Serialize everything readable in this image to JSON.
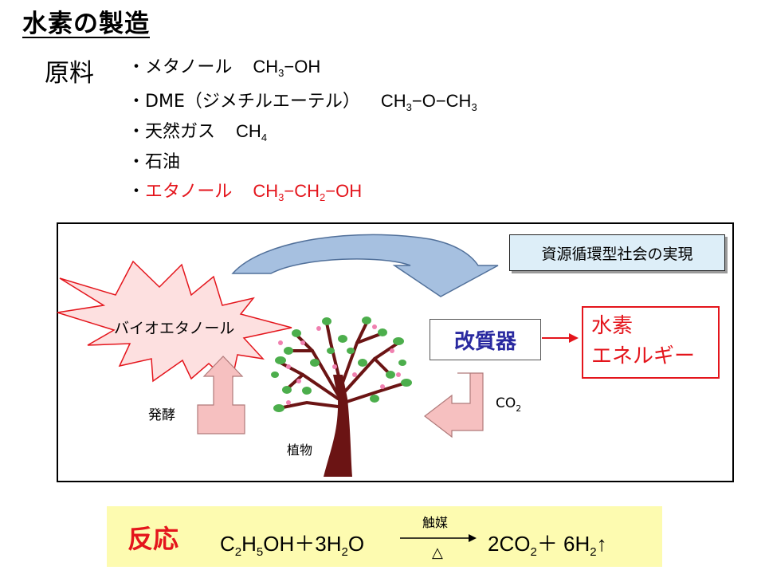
{
  "title": "水素の製造",
  "materials_label": "原料",
  "materials": [
    {
      "bullet": "・",
      "name": "メタノール",
      "formula": [
        "CH",
        "3",
        "−OH"
      ]
    },
    {
      "bullet": "・",
      "name": "DME（ジメチルエーテル）",
      "formula": [
        "CH",
        "3",
        "−O−CH",
        "3"
      ]
    },
    {
      "bullet": "・",
      "name": "天然ガス",
      "formula": [
        "CH",
        "4"
      ]
    },
    {
      "bullet": "・",
      "name": "石油"
    },
    {
      "bullet": "・",
      "name": "エタノール",
      "formula": [
        "CH",
        "3",
        "−CH",
        "2",
        "−OH"
      ],
      "color": "#e4151c"
    }
  ],
  "diagram": {
    "recycle_text": "資源循環型社会の実現",
    "bioethanol": "バイオエタノール",
    "reformer": "改質器",
    "hydrogen_energy": [
      "水素",
      "エネルギー"
    ],
    "fermentation": "発酵",
    "co2": [
      "CO",
      "2"
    ],
    "plant": "植物"
  },
  "reaction": {
    "label": "反応",
    "lhs": [
      "C",
      "2",
      "H",
      "5",
      "OH＋3H",
      "2",
      "O"
    ],
    "catalyst": "触媒",
    "heat": "△",
    "rhs": [
      "2CO",
      "2",
      "＋ 6H",
      "2",
      "↑"
    ]
  },
  "colors": {
    "accent_red": "#e4151c",
    "reformer_blue": "#2a2aa0",
    "arrow_blue": "#a6c0e0",
    "pink_arrow": "#f6c0c0",
    "reaction_bg": "#fdfbb0"
  }
}
